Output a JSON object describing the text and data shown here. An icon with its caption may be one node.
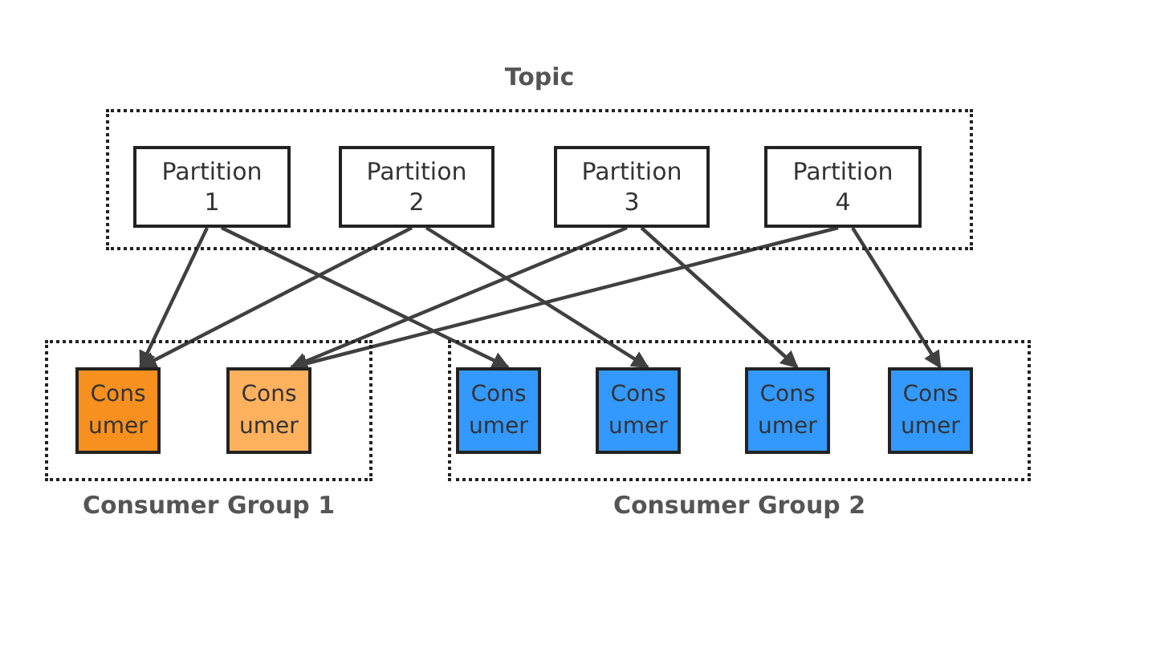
{
  "diagram": {
    "nodes": [
      {
        "text": [
          "Topic"
        ]
      },
      {
        "text": [
          "Partition 1"
        ],
        "in": 0
      },
      {
        "text": [
          "Partition 2"
        ],
        "in": 0
      },
      {
        "text": [
          "Partition 3"
        ],
        "in": 0
      },
      {
        "text": [
          "Partition 4"
        ],
        "in": 0
      },
      {
        "text": [
          "Consumer Group 1"
        ]
      },
      {
        "text": [
          "Cons umer"
        ],
        "in": 5
      },
      {
        "text": [
          "Cons umer"
        ],
        "in": 5
      },
      {
        "text": [
          "Consumer Group 2"
        ]
      },
      {
        "text": [
          "Cons umer"
        ],
        "in": 8
      },
      {
        "text": [
          "Cons umer"
        ],
        "in": 8
      },
      {
        "text": [
          "Cons umer"
        ],
        "in": 8
      },
      {
        "text": [
          "Cons umer"
        ],
        "in": 8
      }
    ],
    "edges": [
      {
        "from": 1,
        "to": 6,
        "arrow": "to"
      },
      {
        "from": 1,
        "to": 9,
        "arrow": "to"
      },
      {
        "from": 2,
        "to": 6,
        "arrow": "to"
      },
      {
        "from": 2,
        "to": 10,
        "arrow": "to"
      },
      {
        "from": 3,
        "to": 7,
        "arrow": "to"
      },
      {
        "from": 3,
        "to": 11,
        "arrow": "to"
      },
      {
        "from": 4,
        "to": 7,
        "arrow": "to"
      },
      {
        "from": 4,
        "to": 12,
        "arrow": "to"
      }
    ]
  }
}
